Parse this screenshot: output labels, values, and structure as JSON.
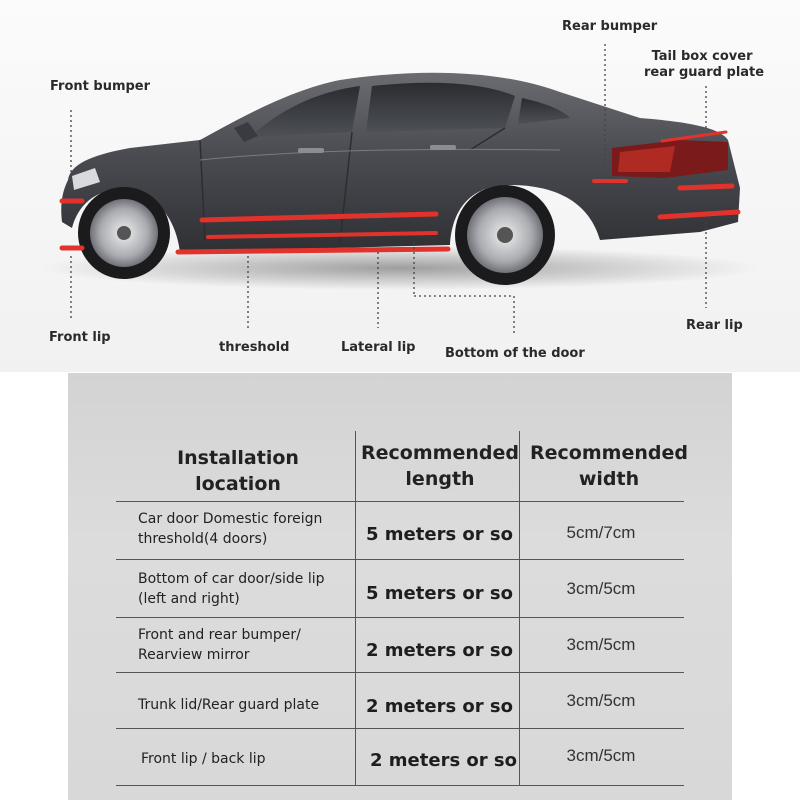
{
  "callouts": {
    "front_bumper": "Front bumper",
    "rear_bumper": "Rear bumper",
    "tail_box": "Tail box cover\nrear guard plate",
    "tail_box_line1": "Tail box cover",
    "tail_box_line2": "rear guard plate",
    "front_lip": "Front lip",
    "threshold": "threshold",
    "lateral_lip": "Lateral lip",
    "bottom_door": "Bottom of the door",
    "rear_lip": "Rear lip"
  },
  "colors": {
    "strip": "#e2322c",
    "car_body": "#4a4b50",
    "panel": "#d6d6d6"
  },
  "table": {
    "headers": {
      "location_l1": "Installation",
      "location_l2": "location",
      "length_l1": "Recommended",
      "length_l2": "length",
      "width_l1": "Recommended",
      "width_l2": "width"
    },
    "rows": [
      {
        "location_l1": "Car door Domestic foreign",
        "location_l2": "threshold(4 doors)",
        "length": "5 meters or so",
        "width": "5cm/7cm"
      },
      {
        "location_l1": "Bottom of car door/side lip",
        "location_l2": "(left and right)",
        "length": "5 meters or so",
        "width": "3cm/5cm"
      },
      {
        "location_l1": "Front and rear bumper/",
        "location_l2": "Rearview mirror",
        "length": "2 meters or so",
        "width": "3cm/5cm"
      },
      {
        "location_l1": "Trunk lid/Rear guard plate",
        "location_l2": "",
        "length": "2 meters or so",
        "width": "3cm/5cm"
      },
      {
        "location_l1": "Front lip / back lip",
        "location_l2": "",
        "length": "2 meters or so",
        "width": "3cm/5cm"
      }
    ]
  }
}
